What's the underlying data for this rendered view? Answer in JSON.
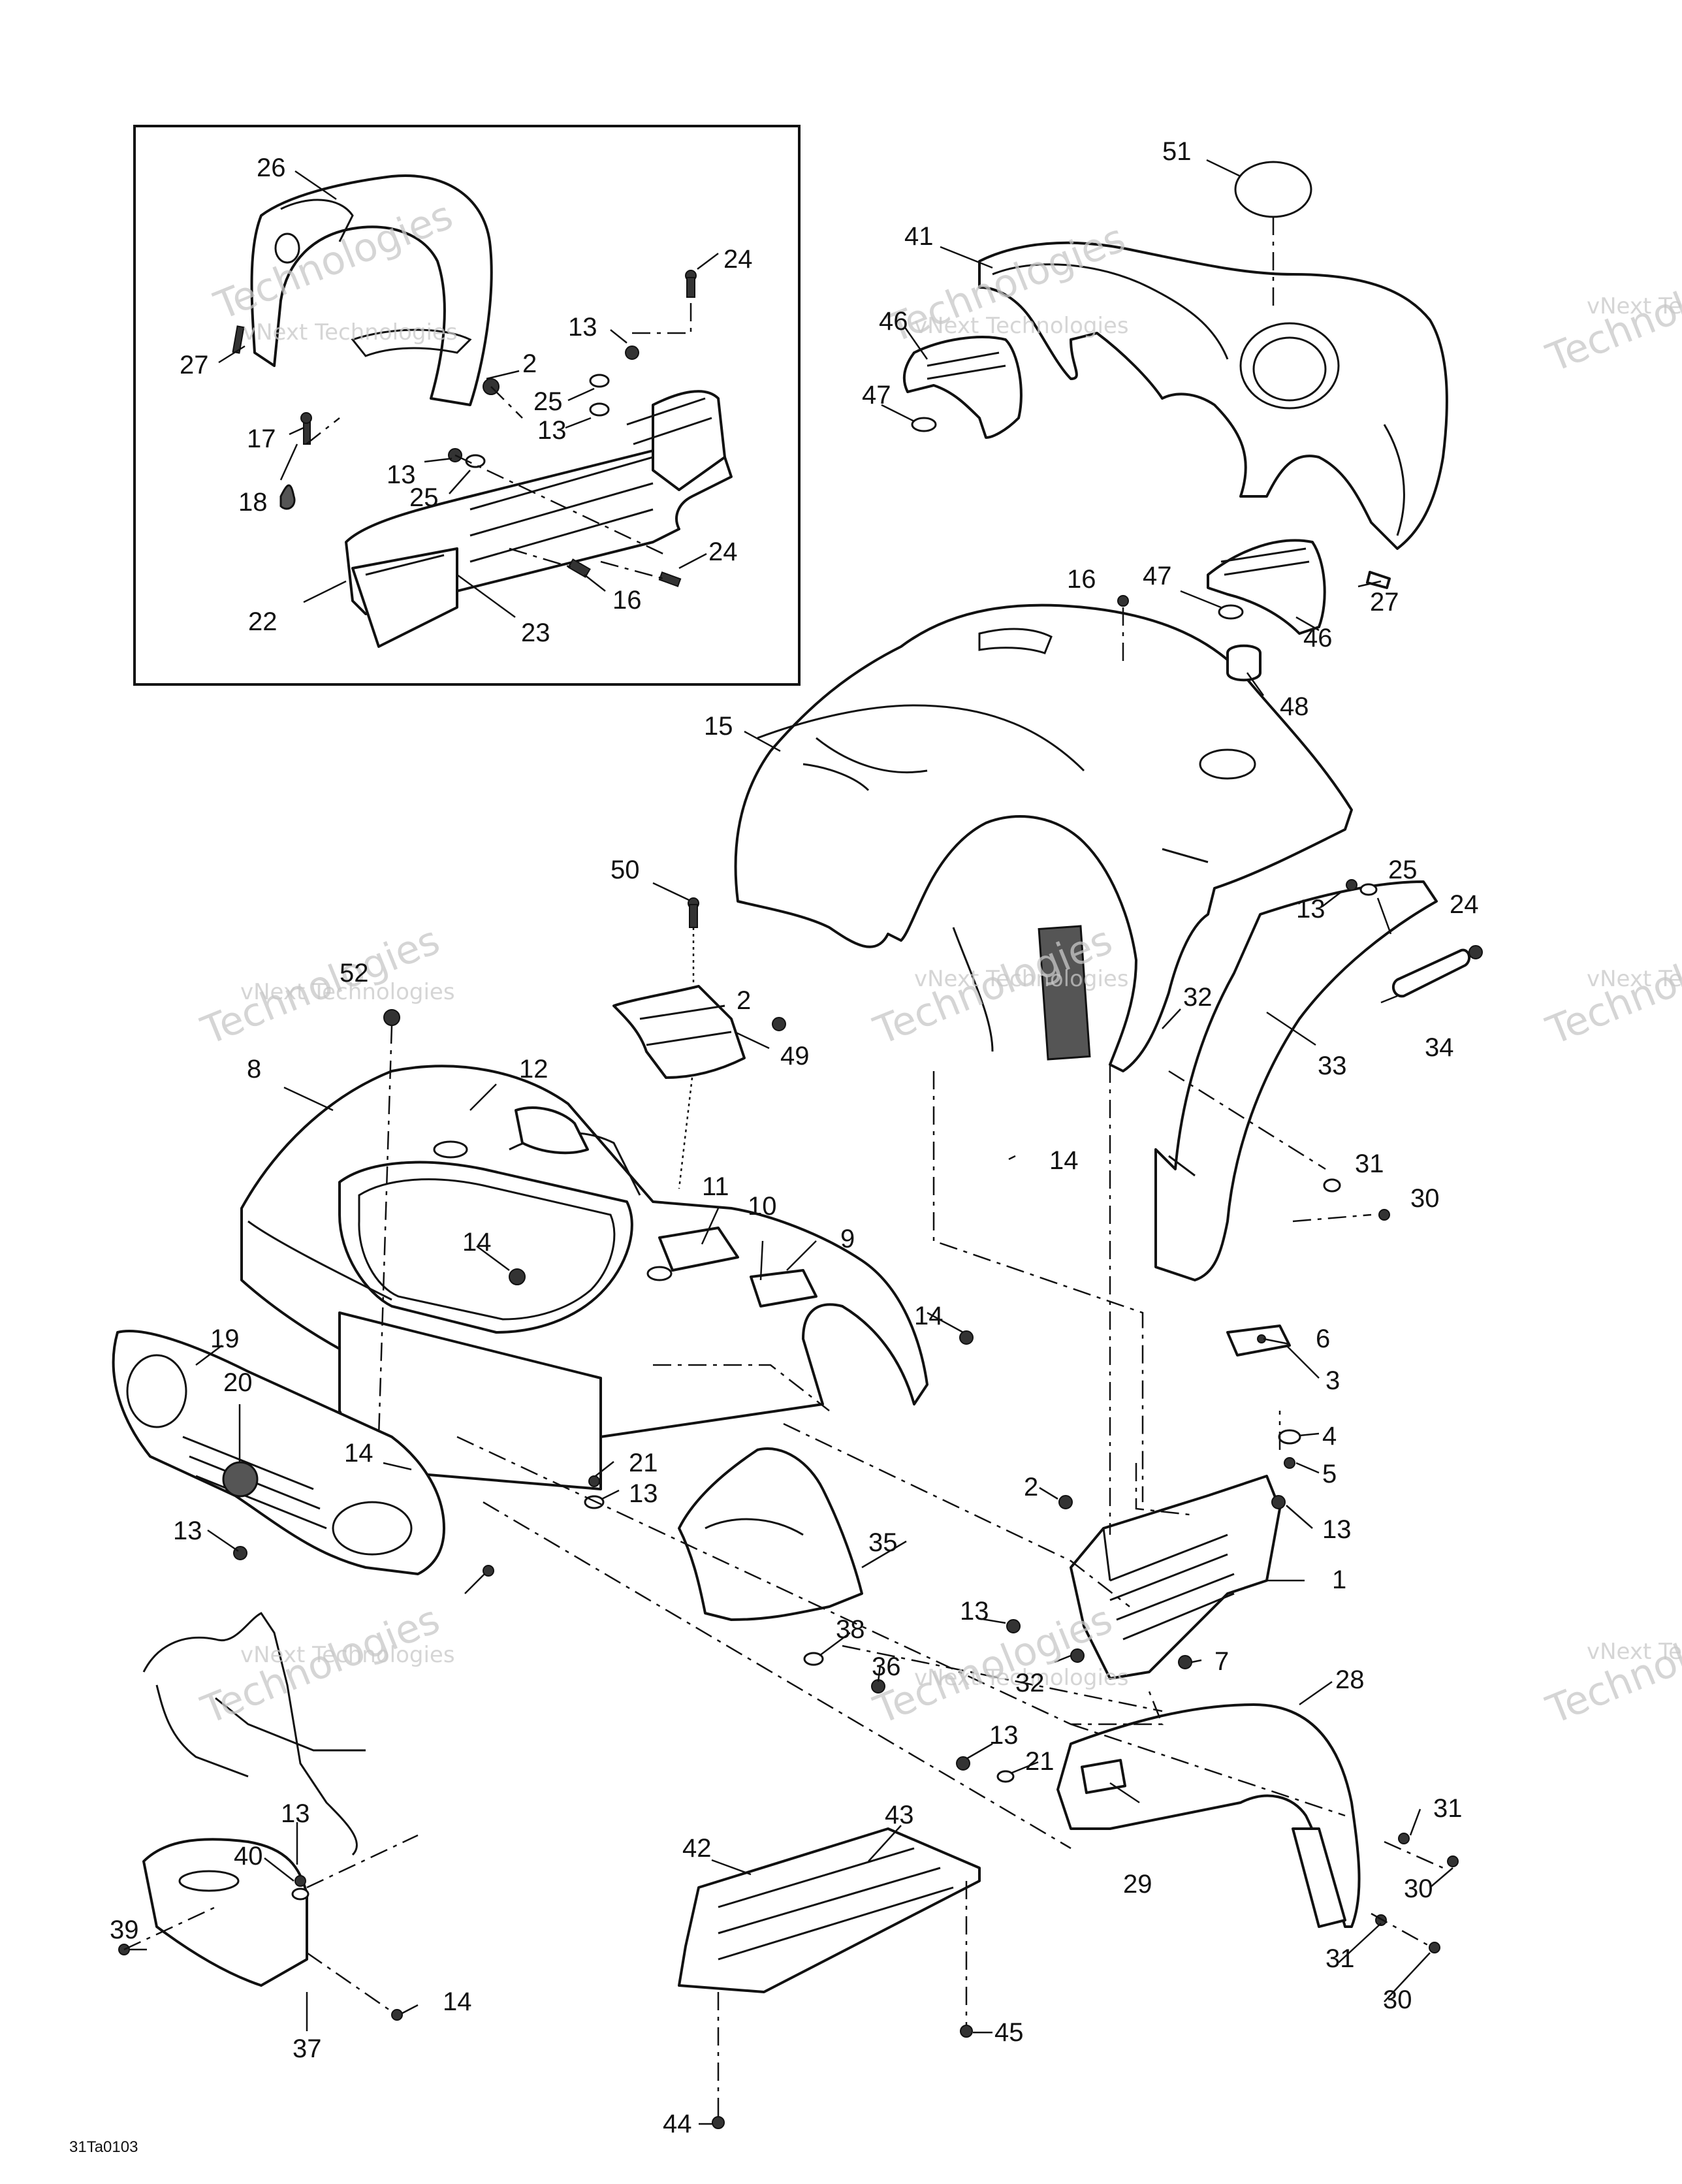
{
  "drawing_code": "31Ta0103",
  "watermark": {
    "line1": "vNext Technologies",
    "line2": "Technologies"
  },
  "callouts": [
    "26",
    "27",
    "24",
    "13",
    "2",
    "25",
    "13",
    "17",
    "18",
    "13",
    "25",
    "24",
    "16",
    "22",
    "23",
    "51",
    "41",
    "46",
    "47",
    "47",
    "16",
    "27",
    "46",
    "48",
    "15",
    "50",
    "52",
    "8",
    "12",
    "2",
    "32",
    "13",
    "25",
    "24",
    "34",
    "33",
    "49",
    "14",
    "14",
    "11",
    "10",
    "9",
    "31",
    "30",
    "19",
    "20",
    "14",
    "14",
    "21",
    "13",
    "13",
    "6",
    "3",
    "4",
    "5",
    "2",
    "13",
    "1",
    "35",
    "13",
    "38",
    "36",
    "32",
    "7",
    "28",
    "13",
    "21",
    "31",
    "29",
    "30",
    "42",
    "43",
    "13",
    "40",
    "39",
    "14",
    "37",
    "31",
    "30",
    "45",
    "44"
  ]
}
